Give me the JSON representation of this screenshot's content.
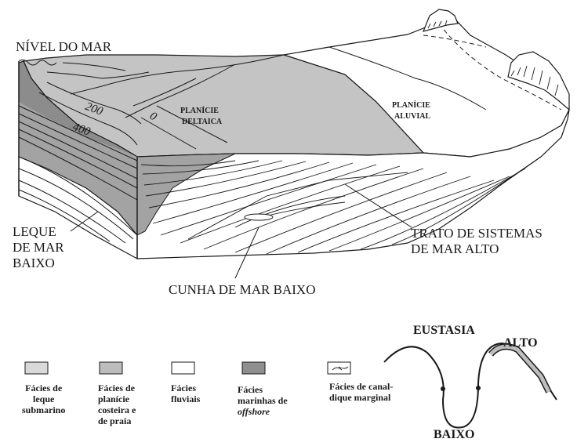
{
  "labels": {
    "sea_level": "NÍVEL DO MAR",
    "delta_plain_1": "PLANÍCIE",
    "delta_plain_2": "DELTAICA",
    "alluvial_plain_1": "PLANÍCIE",
    "alluvial_plain_2": "ALUVIAL",
    "lowstand_fan_1": "LEQUE",
    "lowstand_fan_2": "DE MAR",
    "lowstand_fan_3": "BAIXO",
    "highstand_1": "TRATO DE SISTEMAS",
    "highstand_2": "DE MAR ALTO",
    "lowstand_wedge": "CUNHA DE MAR BAIXO",
    "contour_200": "200",
    "contour_400": "400",
    "contour_0": "0"
  },
  "legend": {
    "items": [
      {
        "lines": [
          "Fácies de",
          "leque",
          "submarino"
        ],
        "color": "#d9d9d9"
      },
      {
        "lines": [
          "Fácies de",
          "planície",
          "costeira e",
          "de praia"
        ],
        "color": "#bdbdbd"
      },
      {
        "lines": [
          "Fácies",
          "fluviais"
        ],
        "color": "#ffffff"
      },
      {
        "lines": [
          "Fácies",
          "marinhas de",
          "offshore"
        ],
        "color": "#8f8f8f"
      },
      {
        "lines": [
          "Fácies de canal-",
          "dique marginal"
        ],
        "color": "#ffffff"
      }
    ]
  },
  "eustasy": {
    "title": "EUSTASIA",
    "high": "ALTO",
    "low": "BAIXO"
  },
  "colors": {
    "delta_plain": "#c4c4c4",
    "offshore": "#8c8c8c",
    "offshore_light": "#a8a8a8",
    "highlight": "#bdbdbd",
    "line": "#1a1a1a"
  }
}
